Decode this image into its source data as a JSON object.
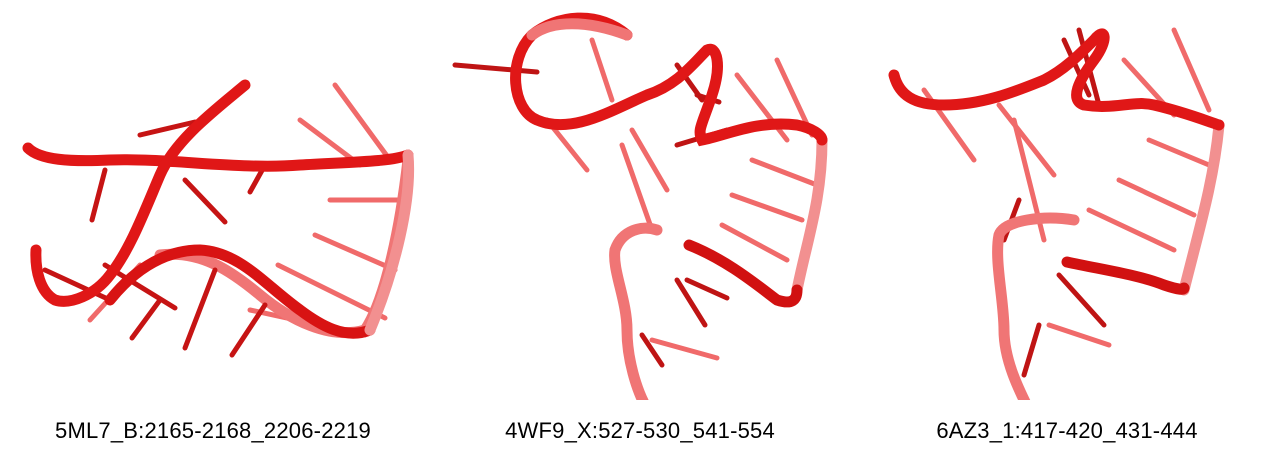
{
  "colors": {
    "backbone": "#e01b1b",
    "backbone_dark": "#b00000",
    "backbone_light": "#f07070",
    "base": "#d41e1e",
    "base_light": "#f06a6a",
    "caption_text": "#000000",
    "background": "#ffffff"
  },
  "panels": [
    {
      "caption": "5ML7_B:2165-2168_2206-2219"
    },
    {
      "caption": "4WF9_X:527-530_541-554"
    },
    {
      "caption": "6AZ3_1:417-420_431-444"
    }
  ]
}
